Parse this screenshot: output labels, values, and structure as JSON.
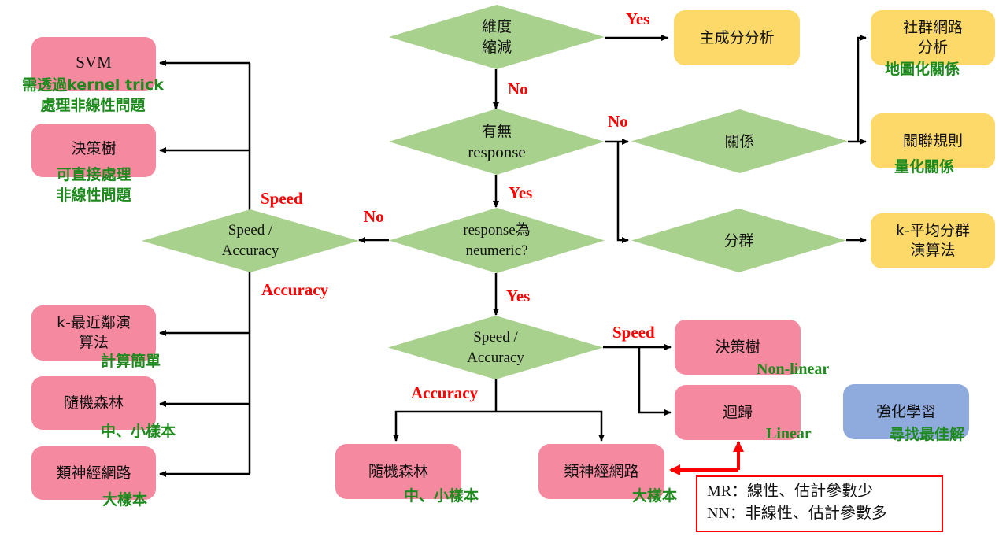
{
  "colors": {
    "decision_fill": "#a9d18e",
    "algorithm_fill": "#f4899f",
    "unsupervised_fill": "#fdd96a",
    "reinforcement_fill": "#8faadc",
    "branch_label": "#ff0000",
    "note_text": "#1e8a1e",
    "connector": "#000000",
    "highlight_connector": "#ff0000"
  },
  "decisions": {
    "dim_reduction": [
      "維度",
      "縮減"
    ],
    "has_response": [
      "有無",
      "response"
    ],
    "response_numeric": [
      "response為",
      "neumeric?"
    ],
    "speed_accuracy_left": [
      "Speed /",
      "Accuracy"
    ],
    "speed_accuracy_bottom": [
      "Speed /",
      "Accuracy"
    ],
    "relation": [
      "關係"
    ],
    "clustering": [
      "分群"
    ]
  },
  "branch_labels": {
    "dim_yes": "Yes",
    "dim_no": "No",
    "response_no": "No",
    "response_yes": "Yes",
    "numeric_no": "No",
    "numeric_yes": "Yes",
    "left_speed": "Speed",
    "left_accuracy": "Accuracy",
    "bottom_speed": "Speed",
    "bottom_accuracy": "Accuracy"
  },
  "boxes": {
    "pca": {
      "lines": [
        "主成分分析"
      ]
    },
    "sna": {
      "lines": [
        "社群網路",
        "分析"
      ],
      "note": "地圖化關係"
    },
    "assoc": {
      "lines": [
        "關聯規則"
      ],
      "note": "量化關係"
    },
    "kmeans": {
      "lines": [
        "k-平均分群",
        "演算法"
      ]
    },
    "svm": {
      "lines": [
        "SVM"
      ],
      "note": [
        "需透過kernel trick",
        "處理非線性問題"
      ]
    },
    "dtree_left": {
      "lines": [
        "決策樹"
      ],
      "note": [
        "可直接處理",
        "非線性問題"
      ]
    },
    "knn": {
      "lines": [
        "k-最近鄰演",
        "算法"
      ],
      "note": "計算簡單"
    },
    "rf_left": {
      "lines": [
        "隨機森林"
      ],
      "note": "中、小樣本"
    },
    "nn_left": {
      "lines": [
        "類神經網路"
      ],
      "note": "大樣本"
    },
    "dtree_right": {
      "lines": [
        "決策樹"
      ],
      "note": "Non-linear"
    },
    "regression": {
      "lines": [
        "迴歸"
      ],
      "note": "Linear"
    },
    "rf_bottom": {
      "lines": [
        "隨機森林"
      ],
      "note": "中、小樣本"
    },
    "nn_bottom": {
      "lines": [
        "類神經網路"
      ],
      "note": "大樣本"
    },
    "reinforcement": {
      "lines": [
        "強化學習"
      ],
      "note": "尋找最佳解"
    }
  },
  "legend": {
    "lines": [
      "MR：線性、估計參數少",
      "NN：非線性、估計參數多"
    ]
  }
}
